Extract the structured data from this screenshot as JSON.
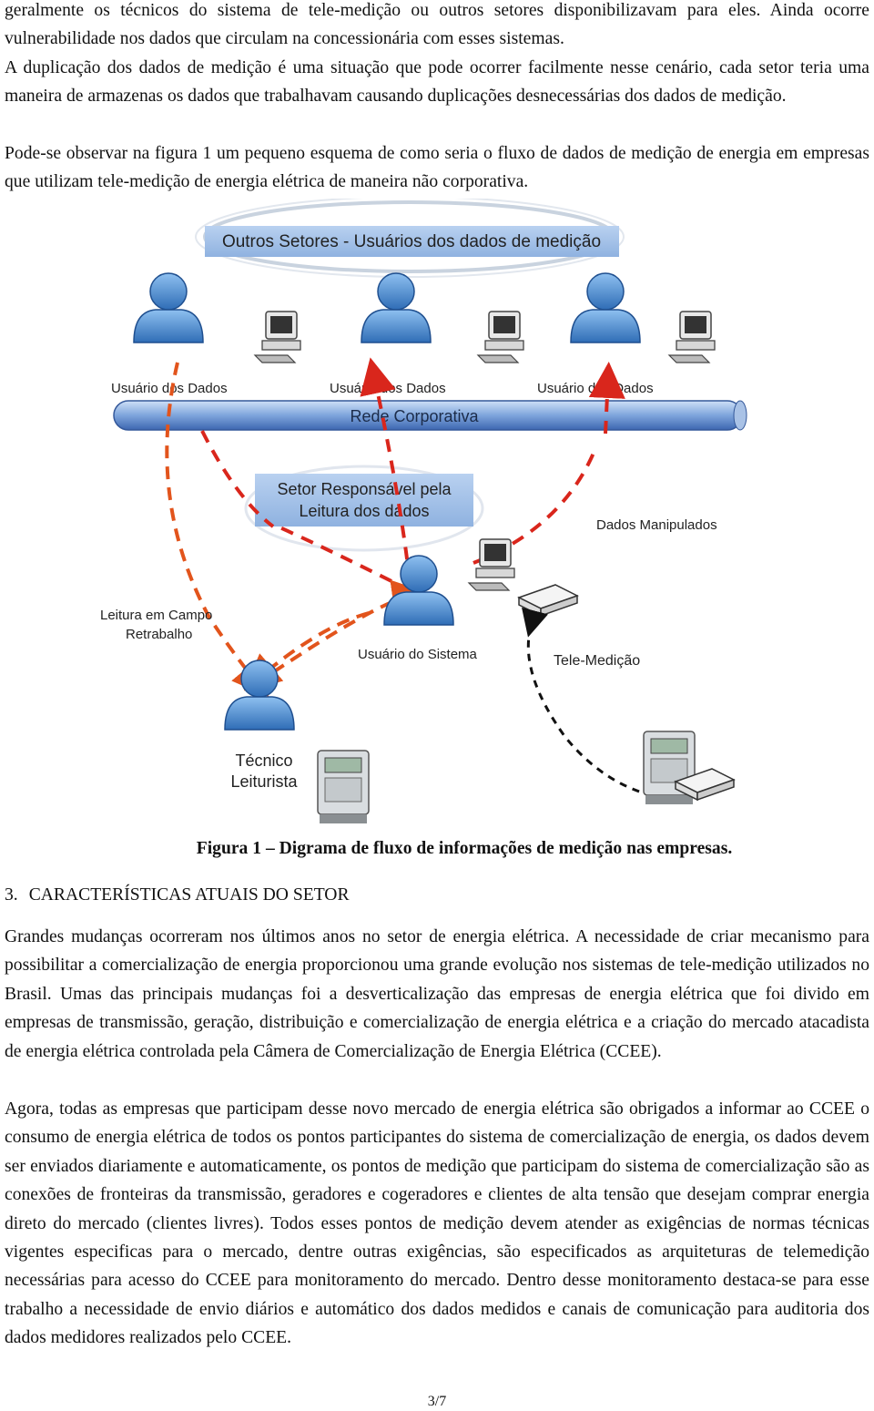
{
  "intro_paragraphs": [
    "geralmente os técnicos do sistema de tele-medição ou outros setores disponibilizavam para eles. Ainda ocorre vulnerabilidade nos dados que circulam na concessionária com esses sistemas.",
    "A duplicação dos dados de medição é uma situação que pode ocorrer facilmente nesse cenário, cada setor teria uma maneira de armazenas os dados que trabalhavam causando duplicações desnecessárias dos dados de medição.",
    "Pode-se observar na figura 1 um pequeno esquema de como seria o fluxo de dados de medição de energia em empresas que utilizam tele-medição de energia elétrica de maneira não corporativa."
  ],
  "diagram": {
    "outros_setores": "Outros Setores - Usuários dos dados de medição",
    "usuario_dados_1": "Usuário dos Dados",
    "usuario_dados_2": "Usuário dos Dados",
    "usuario_dados_3": "Usuário dos Dados",
    "rede_corporativa": "Rede Corporativa",
    "setor_responsavel_1": "Setor Responsável pela",
    "setor_responsavel_2": "Leitura dos dados",
    "dados_manipulados": "Dados Manipulados",
    "leitura_campo_1": "Leitura em Campo",
    "leitura_campo_2": "Retrabalho",
    "usuario_sistema": "Usuário do Sistema",
    "tele_medicao": "Tele-Medição",
    "tecnico_1": "Técnico",
    "tecnico_2": "Leiturista",
    "colors": {
      "person": "#3f7fc7",
      "network": "#5b86c9",
      "arrow": "#e2541c",
      "dash_red": "#d9261c"
    }
  },
  "caption": "Figura 1 – Digrama de fluxo de informações de medição nas empresas.",
  "section": {
    "number": "3.",
    "title": "CARACTERÍSTICAS ATUAIS DO SETOR"
  },
  "body_paragraphs": [
    "Grandes mudanças ocorreram nos últimos anos no setor de energia elétrica. A necessidade de criar mecanismo para possibilitar a comercialização de energia proporcionou uma grande evolução nos sistemas de tele-medição utilizados no Brasil. Umas das principais mudanças foi a desverticalização das empresas de energia elétrica que foi divido em empresas de transmissão, geração, distribuição e comercialização de energia elétrica e a criação do mercado atacadista de energia elétrica controlada pela Câmera de Comercialização de Energia Elétrica (CCEE).",
    "Agora, todas as empresas que participam desse novo mercado de energia elétrica são obrigados a informar ao CCEE o consumo de energia elétrica de todos os pontos participantes do sistema de comercialização de energia, os dados devem ser enviados diariamente e automaticamente, os pontos de medição que participam do sistema de comercialização são as conexões de fronteiras da transmissão, geradores e cogeradores e clientes de alta tensão que desejam comprar energia direto do mercado (clientes livres). Todos esses pontos de medição devem atender as exigências de normas técnicas vigentes especificas para o mercado, dentre outras exigências, são especificados as arquiteturas de telemedição necessárias para acesso do CCEE para monitoramento do mercado. Dentro desse monitoramento destaca-se para esse trabalho a necessidade de envio diários e automático dos dados medidos e canais de comunicação para auditoria dos dados medidores realizados pelo CCEE."
  ],
  "page_number": "3/7"
}
